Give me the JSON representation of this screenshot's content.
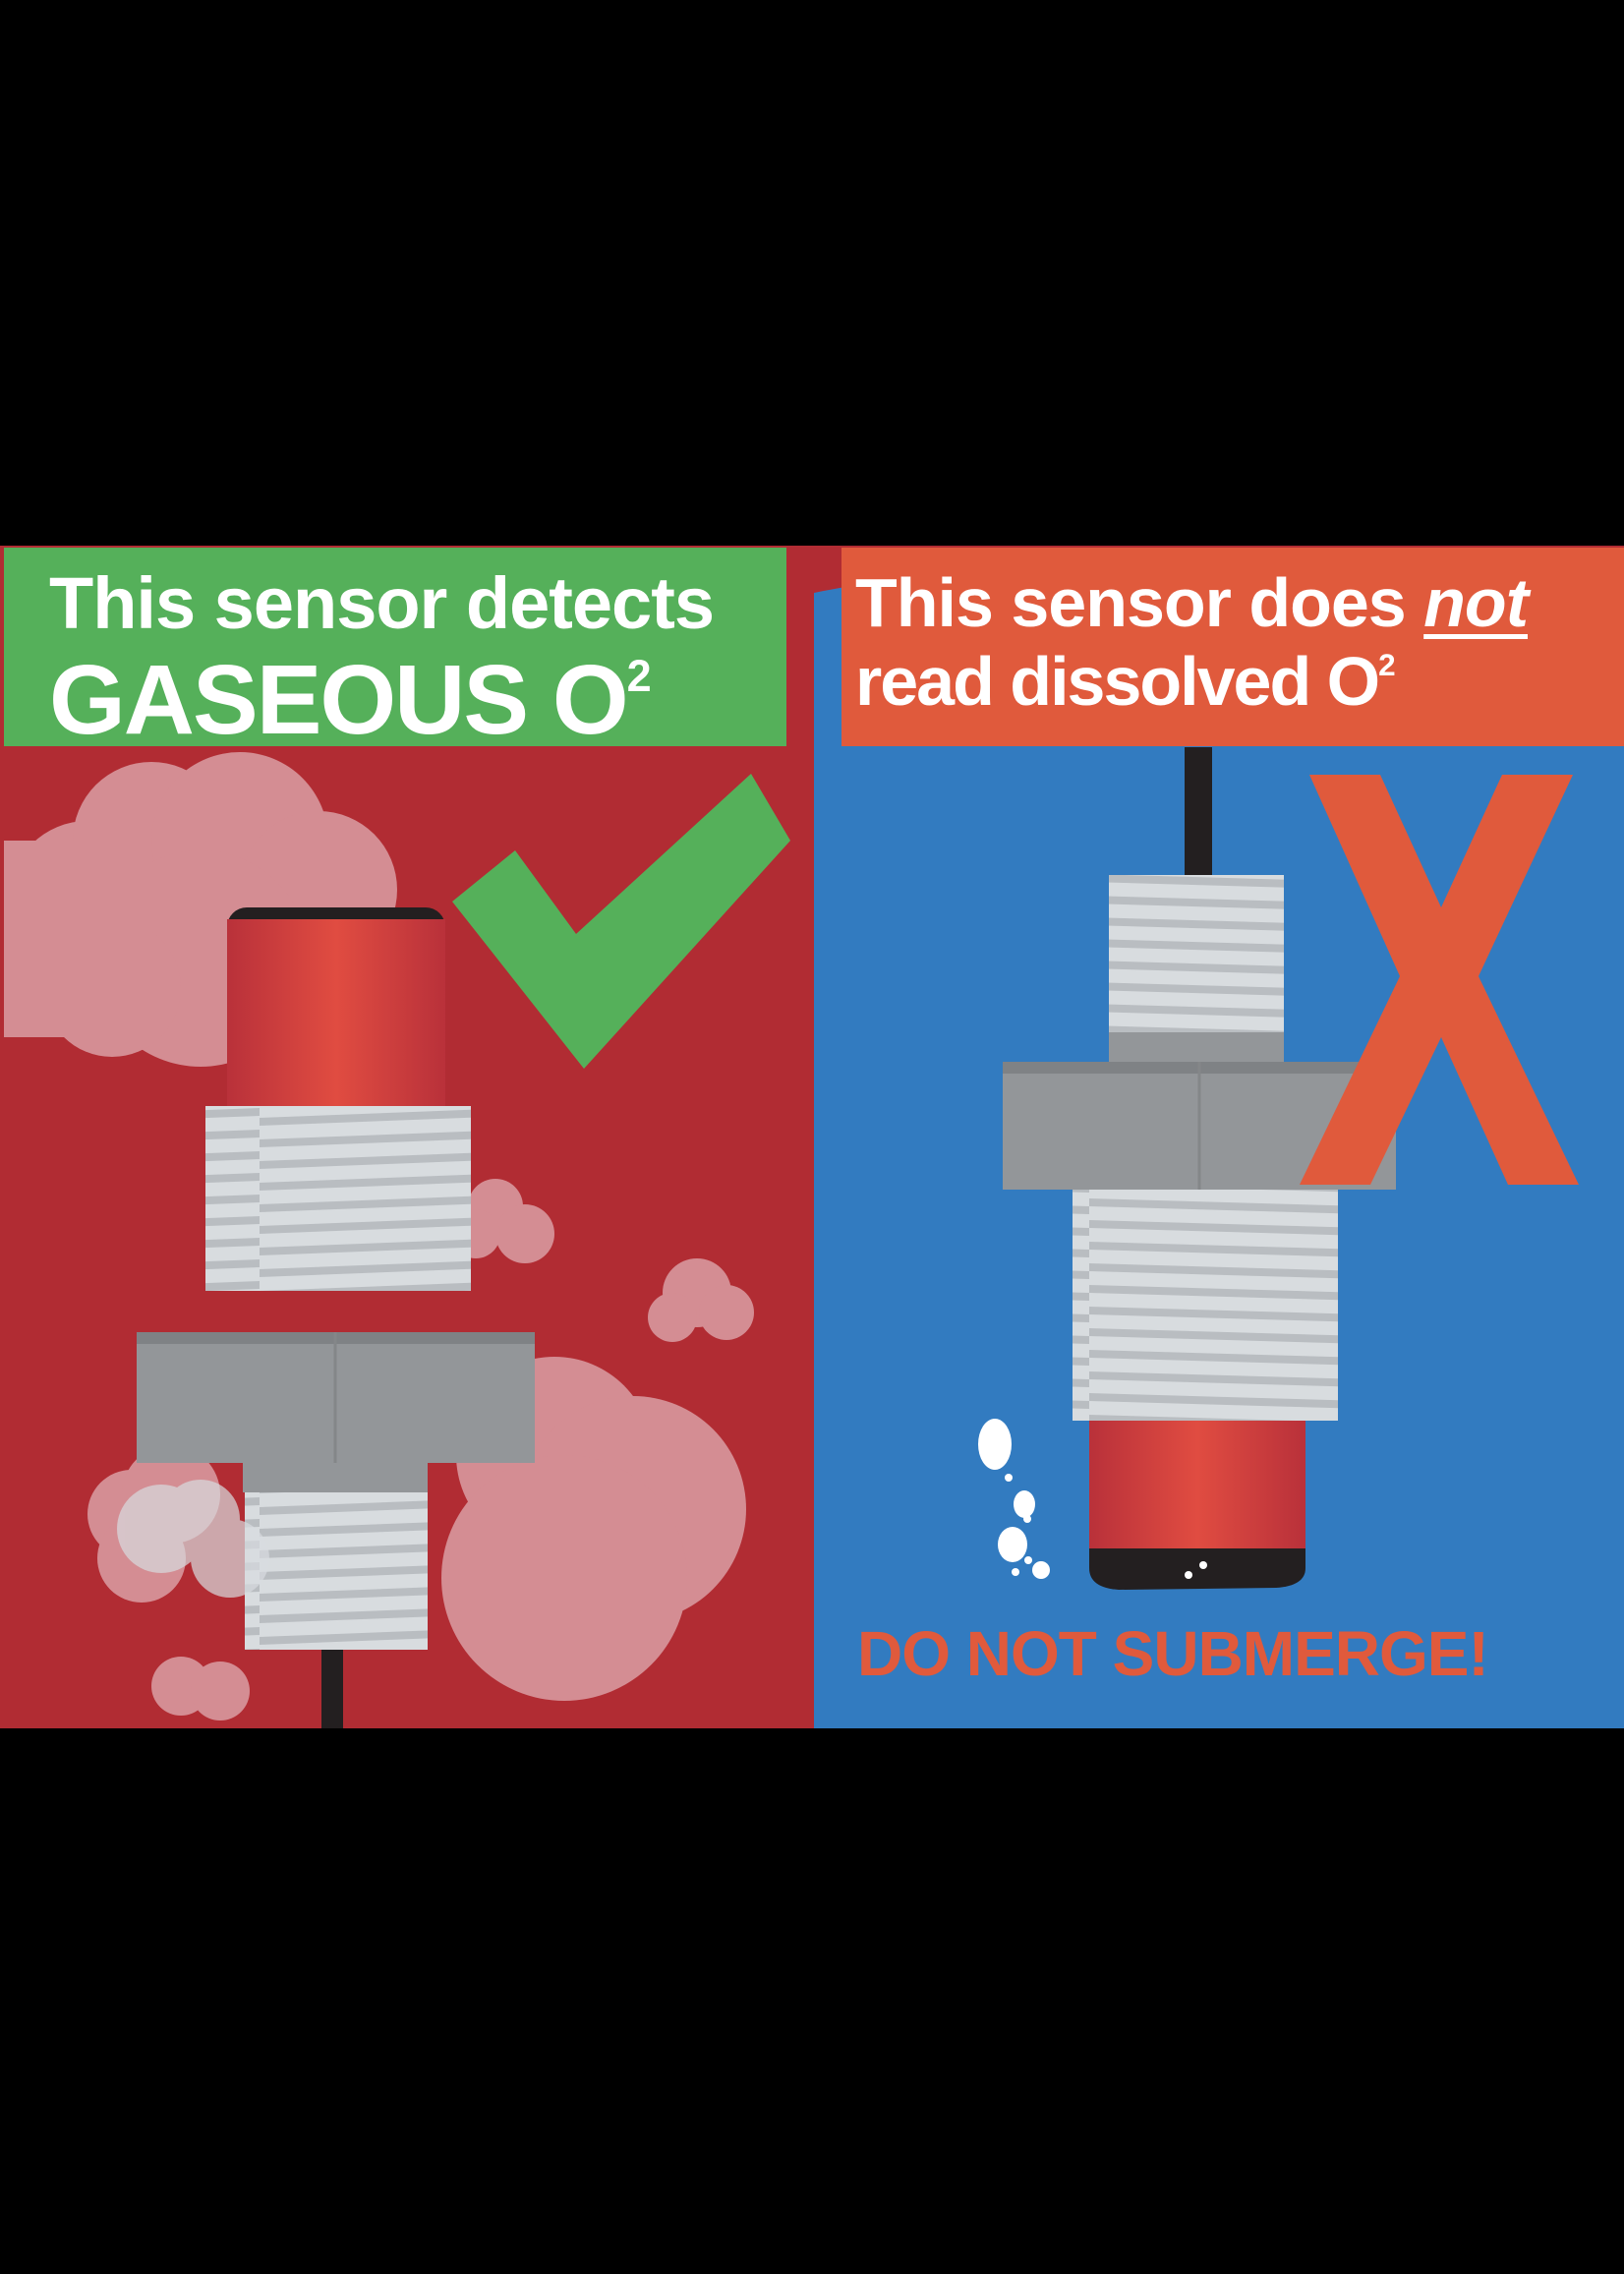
{
  "left_panel": {
    "heading_line1": "This sensor detects",
    "heading_line2": "GASEOUS O",
    "heading_sup": "2",
    "status_icon": "checkmark-icon",
    "colors": {
      "banner": "#55b05a",
      "background": "#b12c33",
      "cloud": "#d48d93"
    }
  },
  "right_panel": {
    "heading_line1_prefix": "This sensor does ",
    "heading_line1_emphasis": "not",
    "heading_line2": "read dissolved O",
    "heading_sup": "2",
    "status_icon": "x-mark-icon",
    "warning": "DO NOT SUBMERGE!",
    "colors": {
      "banner": "#e05a3c",
      "water": "#327bc0",
      "warning": "#e05a3c"
    }
  },
  "colors": {
    "sensor_body": "#d9443a",
    "sensor_cap": "#231f20",
    "thread": "#d8dcdf",
    "nut": "#939699"
  }
}
